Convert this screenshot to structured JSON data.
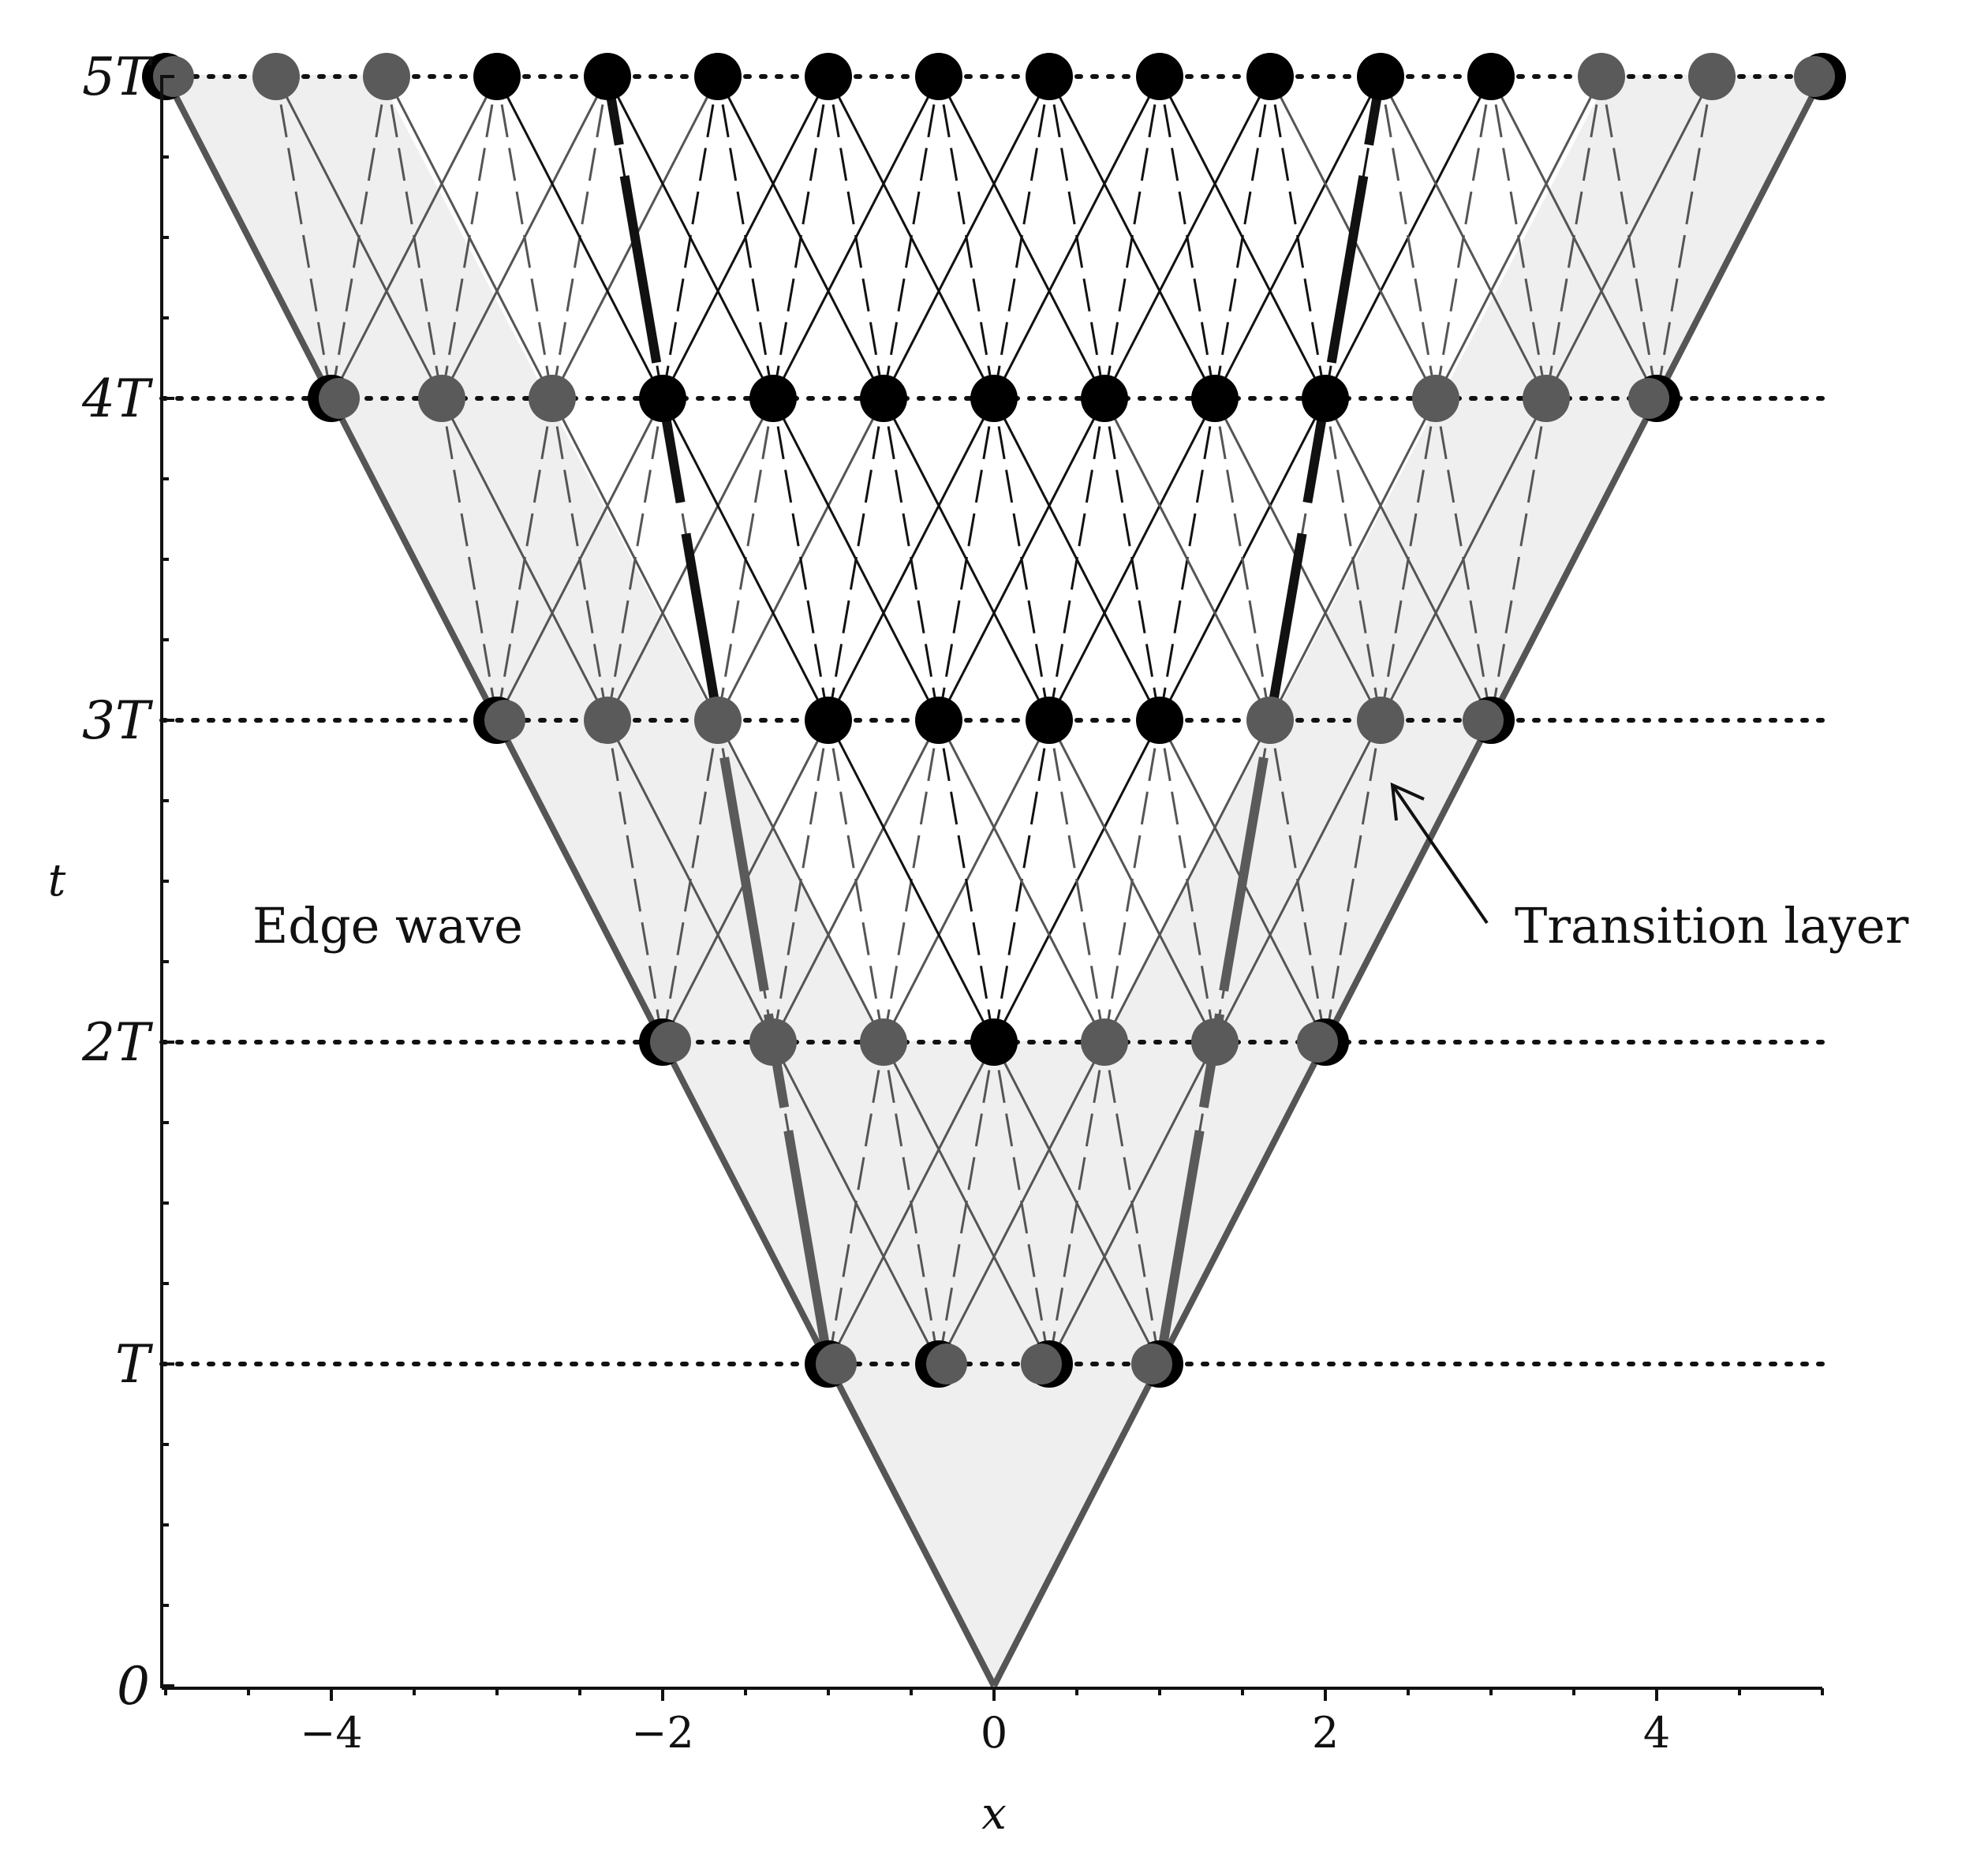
{
  "figure": {
    "y_axis": {
      "title": "t",
      "tick_labels": [
        "0",
        "T",
        "2T",
        "3T",
        "4T",
        "5T"
      ]
    },
    "x_axis": {
      "title": "x",
      "tick_labels": [
        "−4",
        "−2",
        "0",
        "2",
        "4"
      ]
    },
    "annotations": {
      "edge_wave": "Edge wave",
      "transition_layer": "Transition layer"
    },
    "colors": {
      "shaded_region": "#efefef",
      "outer_lines": "#555555",
      "inner_lines": "#111111",
      "black_nodes": "#000000",
      "gray_nodes": "#5a5a5a",
      "dotted_levels": "#111111"
    }
  }
}
